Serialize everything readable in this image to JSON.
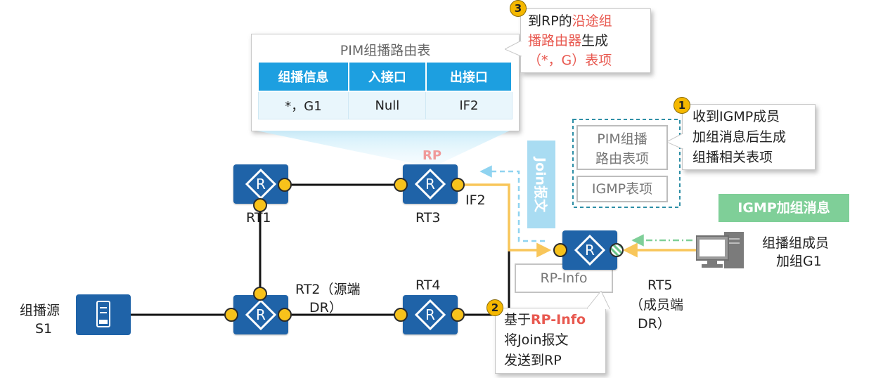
{
  "pim_table": {
    "title": "PIM组播路由表",
    "headers": [
      "组播信息",
      "入接口",
      "出接口"
    ],
    "row": [
      "*，G1",
      "Null",
      "IF2"
    ]
  },
  "step3": {
    "badge": "3",
    "line1_a": "到RP的",
    "line1_b": "沿途组",
    "line2_a": "播路由器",
    "line2_b": "生成",
    "line3": "（*，G）表项"
  },
  "step1": {
    "badge": "1",
    "line1": "收到IGMP成员",
    "line2": "加组消息后生成",
    "line3": "组播相关表项"
  },
  "step2": {
    "badge": "2",
    "line1_a": "基于",
    "line1_b": "RP-Info",
    "line2": "将Join报文",
    "line3": "发送到RP"
  },
  "rt5_tables": {
    "pim_line1": "PIM组播",
    "pim_line2": "路由表项",
    "igmp": "IGMP表项"
  },
  "join_label": "Join报文",
  "igmp_join_label": "IGMP加组消息",
  "rp_info": "RP-Info",
  "labels": {
    "rp": "RP",
    "rt1": "RT1",
    "rt3": "RT3",
    "if2": "IF2",
    "rt2_line1": "RT2（源端",
    "rt2_line2": "DR）",
    "rt4": "RT4",
    "rt5_line1": "RT5",
    "rt5_line2": "（成员端",
    "rt5_line3": "DR）",
    "source_line1": "组播源",
    "source_line2": "S1",
    "member_line1": "组播组成员",
    "member_line2": "加组G1"
  },
  "colors": {
    "router": "#1f63a8",
    "port": "#f7c21b",
    "table_header": "#1d9fe0",
    "join_box": "#a9dcf2",
    "igmp_box": "#7fcf98",
    "highlight_red": "#e8584f",
    "path_orange": "#f8c65a"
  }
}
